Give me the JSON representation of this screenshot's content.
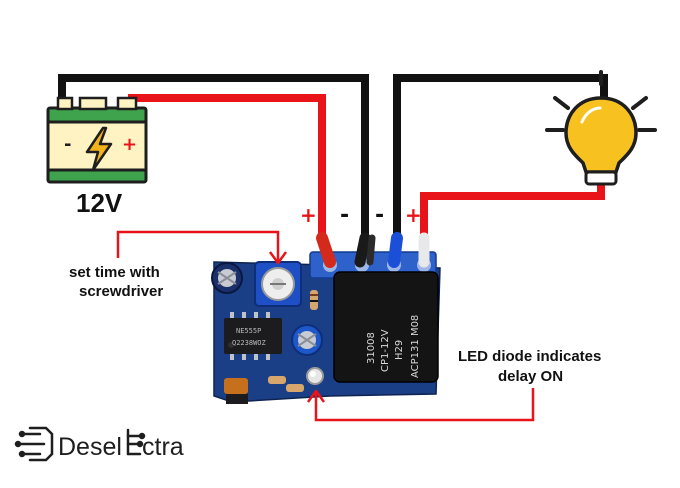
{
  "battery": {
    "voltage_label": "12V",
    "plus": "+",
    "minus": "-"
  },
  "terminals": {
    "t1": "+",
    "t2": "-",
    "t3": "-",
    "t4": "+"
  },
  "annotations": {
    "screwdriver_line1": "set time with",
    "screwdriver_line2": "screwdriver",
    "led_line1": "LED diode indicates",
    "led_line2": "delay ON"
  },
  "board": {
    "ic_label_1": "NE555P",
    "ic_label_2": "Q2238WOZ",
    "relay_text": [
      "31008",
      "CP1-12V",
      "H29",
      "ACP131 M08"
    ]
  },
  "logo": {
    "text_pre": "Desel",
    "text_post": "ctra"
  },
  "colors": {
    "wire_black": "#111111",
    "wire_red": "#e8141a",
    "wire_blue": "#1b4fd8",
    "battery_green": "#3fa34d",
    "battery_cream": "#fff3c4",
    "bulb_yellow": "#f7c21f",
    "bolt_yellow": "#f2b21b",
    "pcb_blue": "#1a3f86",
    "relay_black": "#141414"
  }
}
